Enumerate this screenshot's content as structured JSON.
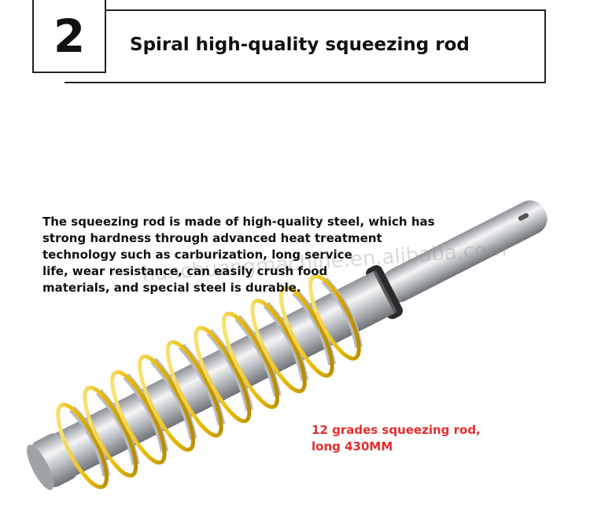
{
  "header": {
    "number": "2",
    "title": "Spiral high-quality squeezing rod"
  },
  "description": {
    "lines": [
      "The squeezing rod is made of high-quality steel, which has",
      "strong hardness through advanced heat treatment",
      "technology such as carburization, long service",
      "life, wear resistance, can easily crush food",
      "materials, and special steel is durable."
    ]
  },
  "watermark": "hanchuangmachine.en.alibaba.com",
  "spec": {
    "line1": "12 grades squeezing rod,",
    "line2": "long 430MM"
  },
  "colors": {
    "spec_text": "#e62d2d",
    "spiral_gold": "#e8b800",
    "steel": "#c9ccd0"
  }
}
